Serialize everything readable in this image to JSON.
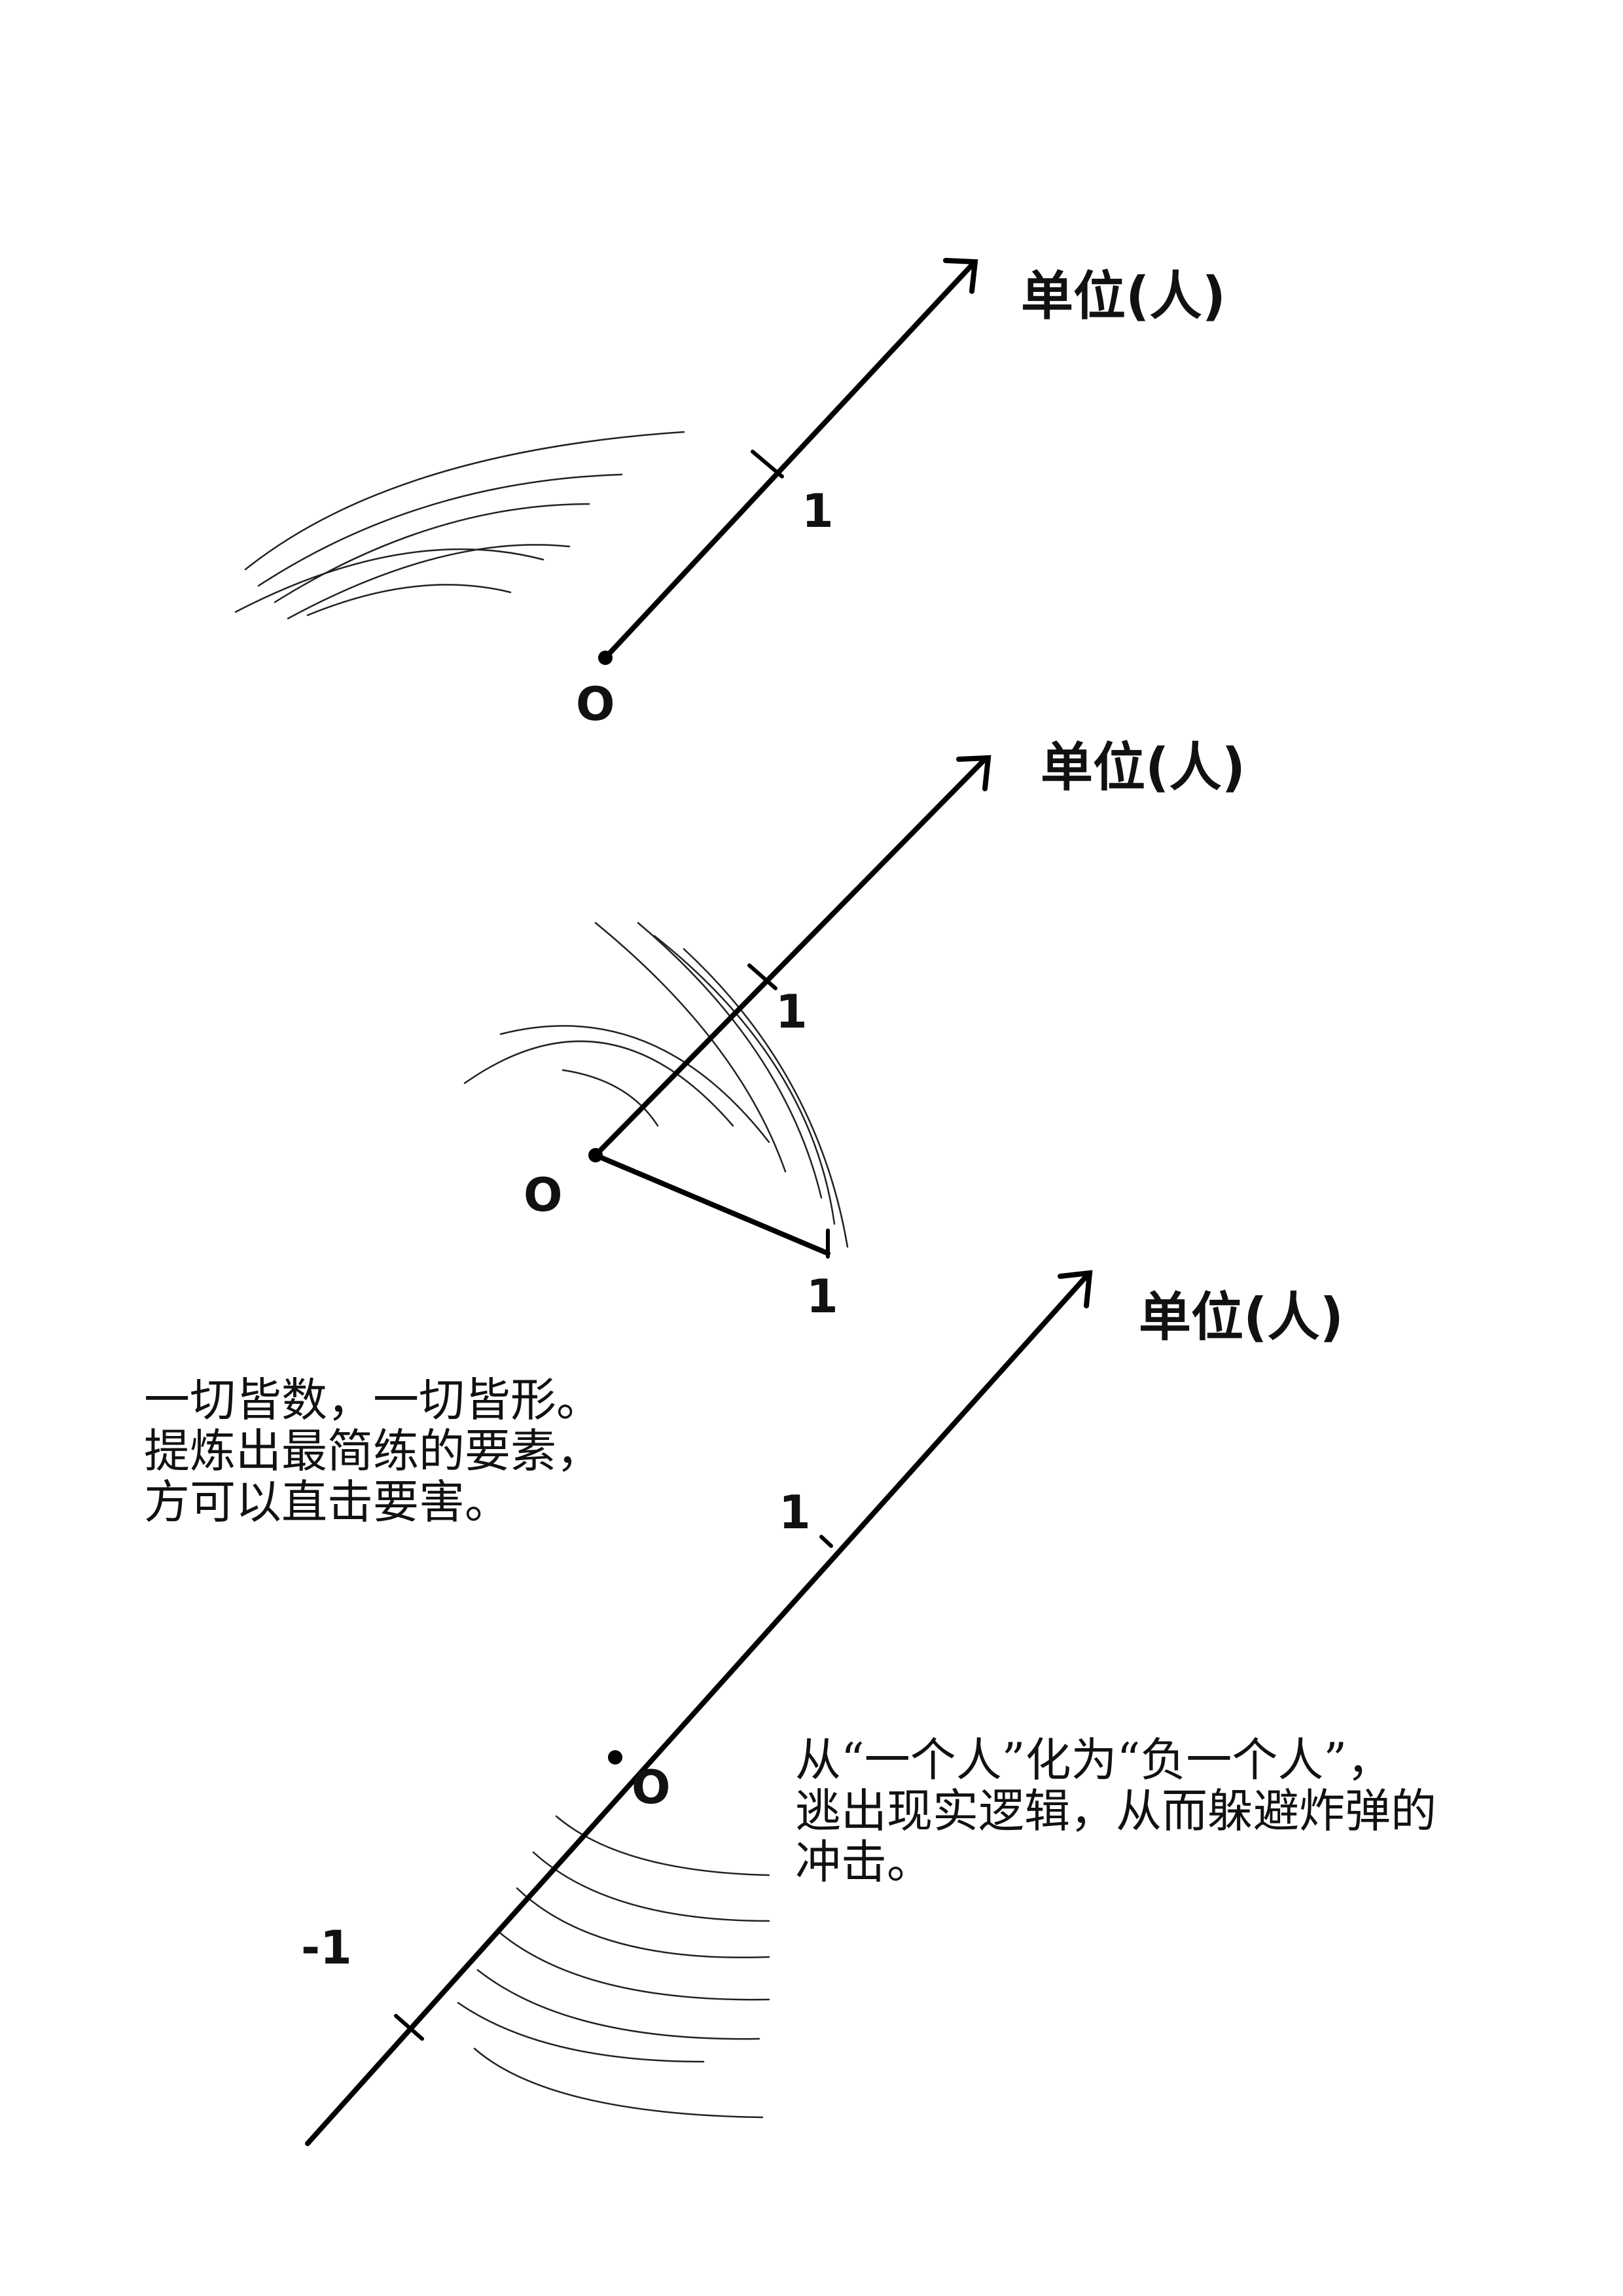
{
  "panels": [
    {
      "unit_label": "单位(人)",
      "origin_label": "O",
      "tick_labels": [
        "1"
      ]
    },
    {
      "unit_label": "单位(人)",
      "origin_label": "O",
      "tick_labels": [
        "1",
        "1"
      ]
    },
    {
      "unit_label": "单位(人)",
      "origin_label": "O",
      "tick_labels": [
        "1",
        "-1"
      ]
    }
  ],
  "captions": {
    "first": [
      "一切皆数，一切皆形。",
      "提炼出最简练的要素，",
      "方可以直击要害。"
    ],
    "second": [
      "从“一个人”化为“负一个人”，",
      "逃出现实逻辑，从而躲避炸弹的",
      "冲击。"
    ]
  }
}
